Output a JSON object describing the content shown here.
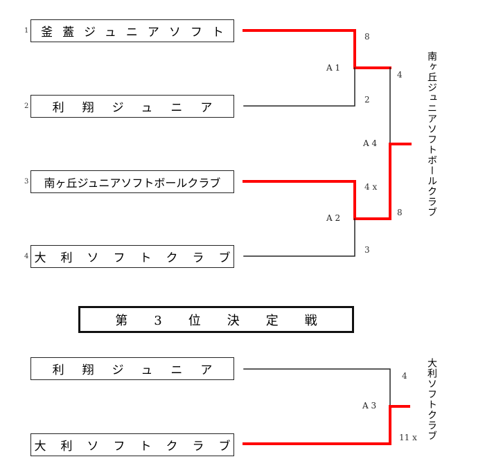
{
  "bracket": {
    "teams": [
      {
        "seed": "1",
        "name": "釜蓋ジュニアソフト"
      },
      {
        "seed": "2",
        "name": "利翔ジュニア"
      },
      {
        "seed": "3",
        "name": "南ヶ丘ジュニアソフトボールクラブ"
      },
      {
        "seed": "4",
        "name": "大利ソフトクラブ"
      }
    ],
    "matches": [
      {
        "label": "A 1",
        "score_top": "8",
        "score_bottom": "2"
      },
      {
        "label": "A 2",
        "score_top": "4 x",
        "score_bottom": "3"
      },
      {
        "label": "A 4",
        "score_top": "4",
        "score_bottom": "8"
      }
    ],
    "winner": "南ヶ丘ジュニアソフトボールクラブ"
  },
  "third_place": {
    "title": "第3位決定戦",
    "teams": [
      {
        "name": "利翔ジュニア"
      },
      {
        "name": "大利ソフトクラブ"
      }
    ],
    "match": {
      "label": "A 3",
      "score_top": "4",
      "score_bottom": "11 x"
    },
    "winner": "大利ソフトクラブ"
  },
  "colors": {
    "winner_line": "#ff0000",
    "line": "#222222"
  }
}
